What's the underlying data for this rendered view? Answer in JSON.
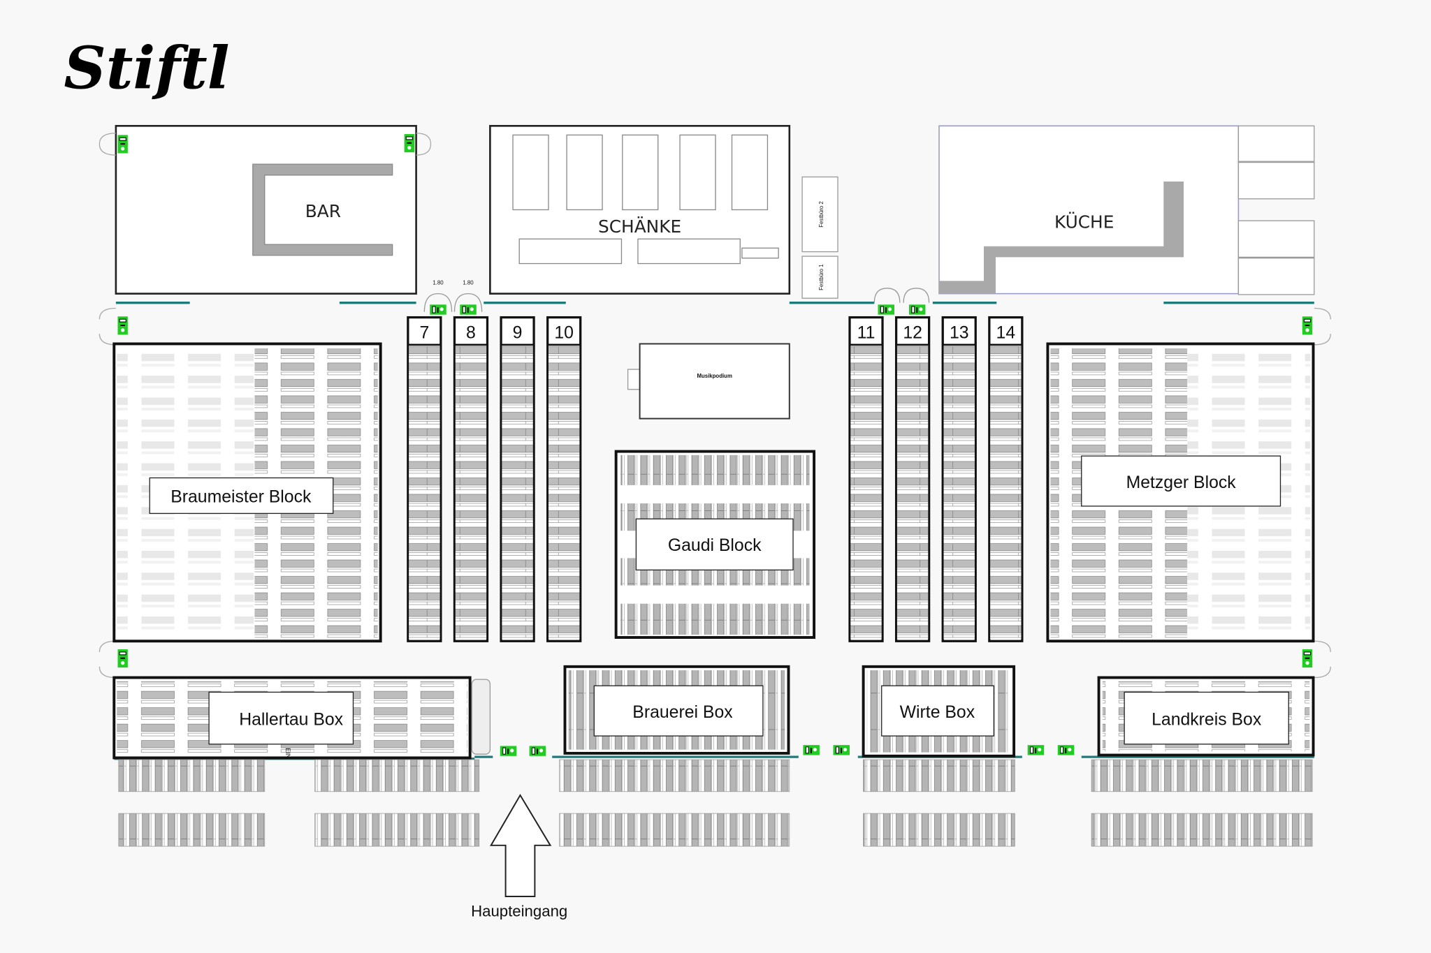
{
  "logo": {
    "text": "Stiftl"
  },
  "rooms": {
    "bar": "BAR",
    "schaenke": "SCHÄNKE",
    "kueche": "KÜCHE",
    "festbuero1": "Festbüro 1",
    "festbuero2": "Festbüro 2",
    "musikpodium": "Musikpodium"
  },
  "dimensions": {
    "door_width_1": "1.80",
    "door_width_2": "1.80",
    "ein": "EIN"
  },
  "rows": [
    "7",
    "8",
    "9",
    "10",
    "11",
    "12",
    "13",
    "14"
  ],
  "blocks": {
    "braumeister": "Braumeister Block",
    "metzger": "Metzger Block",
    "gaudi": "Gaudi Block"
  },
  "boxes": {
    "hallertau": "Hallertau Box",
    "brauerei": "Brauerei Box",
    "wirte": "Wirte Box",
    "landkreis": "Landkreis Box"
  },
  "entrance": {
    "label": "Haupteingang"
  },
  "colors": {
    "exit_sign": "#22cc22",
    "wall": "#1f7a7a",
    "counter": "#a9a9a9"
  }
}
